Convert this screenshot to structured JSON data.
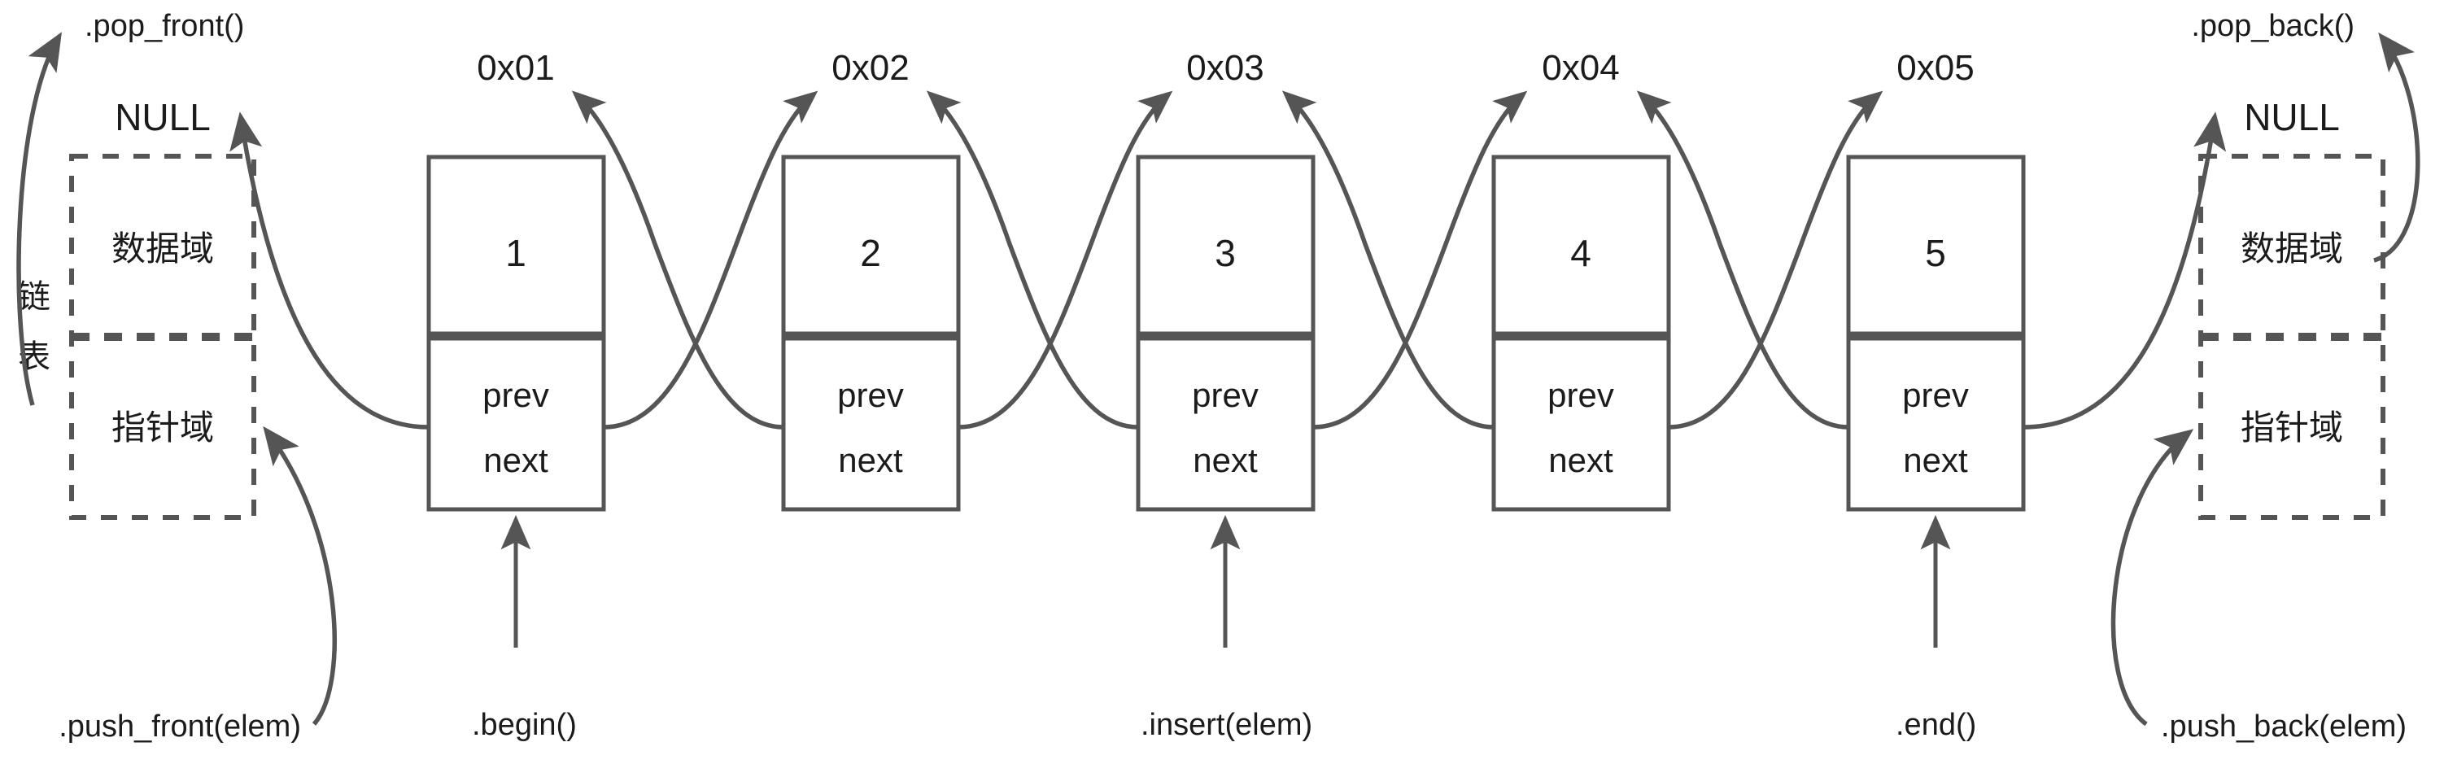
{
  "diagram": {
    "title": "doubly linked list (std::list) structure diagram",
    "colors": {
      "stroke": "#555555",
      "text": "#1b1b1b",
      "background": "#ffffff"
    },
    "side_label": {
      "name": "chain-table-label",
      "chars": [
        "链",
        "表"
      ],
      "text": "链表"
    },
    "sentinel_left": {
      "name": "sentinel-head",
      "null_label": "NULL",
      "data_field": "数据域",
      "pointer_field": "指针域"
    },
    "sentinel_right": {
      "name": "sentinel-tail",
      "null_label": "NULL",
      "data_field": "数据域",
      "pointer_field": "指针域"
    },
    "nodes": [
      {
        "address": "0x01",
        "value": "1",
        "prev_label": "prev",
        "next_label": "next"
      },
      {
        "address": "0x02",
        "value": "2",
        "prev_label": "prev",
        "next_label": "next"
      },
      {
        "address": "0x03",
        "value": "3",
        "prev_label": "prev",
        "next_label": "next"
      },
      {
        "address": "0x04",
        "value": "4",
        "prev_label": "prev",
        "next_label": "next"
      },
      {
        "address": "0x05",
        "value": "5",
        "prev_label": "prev",
        "next_label": "next"
      }
    ],
    "api_labels": {
      "pop_front": ".pop_front()",
      "pop_back": ".pop_back()",
      "push_front": ".push_front(elem)",
      "push_back": ".push_back(elem)",
      "begin": ".begin()",
      "insert": ".insert(elem)",
      "end": ".end()"
    }
  }
}
